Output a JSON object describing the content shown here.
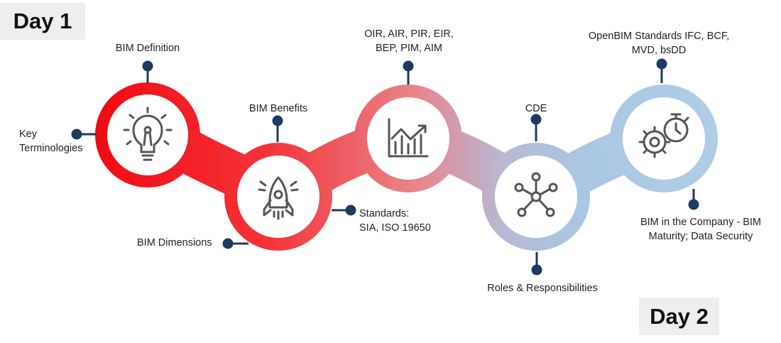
{
  "days": {
    "day1": "Day 1",
    "day2": "Day 2"
  },
  "topics": {
    "key_terminologies": [
      "Key",
      "Terminologies"
    ],
    "bim_definition": "BIM Definition",
    "bim_dimensions": "BIM Dimensions",
    "bim_benefits": "BIM Benefits",
    "standards": [
      "Standards:",
      "SIA, ISO 19650"
    ],
    "information_requirements": [
      "OIR, AIR, PIR, EIR,",
      "BEP, PIM, AIM"
    ],
    "cde": "CDE",
    "roles": "Roles & Responsibilities",
    "openbim": [
      "OpenBIM Standards IFC, BCF,",
      "MVD, bsDD"
    ],
    "bim_company": [
      "BIM in the Company - BIM",
      "Maturity; Data Security"
    ]
  },
  "icons": [
    "lightbulb-icon",
    "rocket-icon",
    "growth-chart-icon",
    "network-icon",
    "gear-stopwatch-icon"
  ],
  "colors": {
    "red": "#f0161c",
    "pink": "#e88a90",
    "blue": "#a9c6e2",
    "pin": "#1d3a5f"
  }
}
